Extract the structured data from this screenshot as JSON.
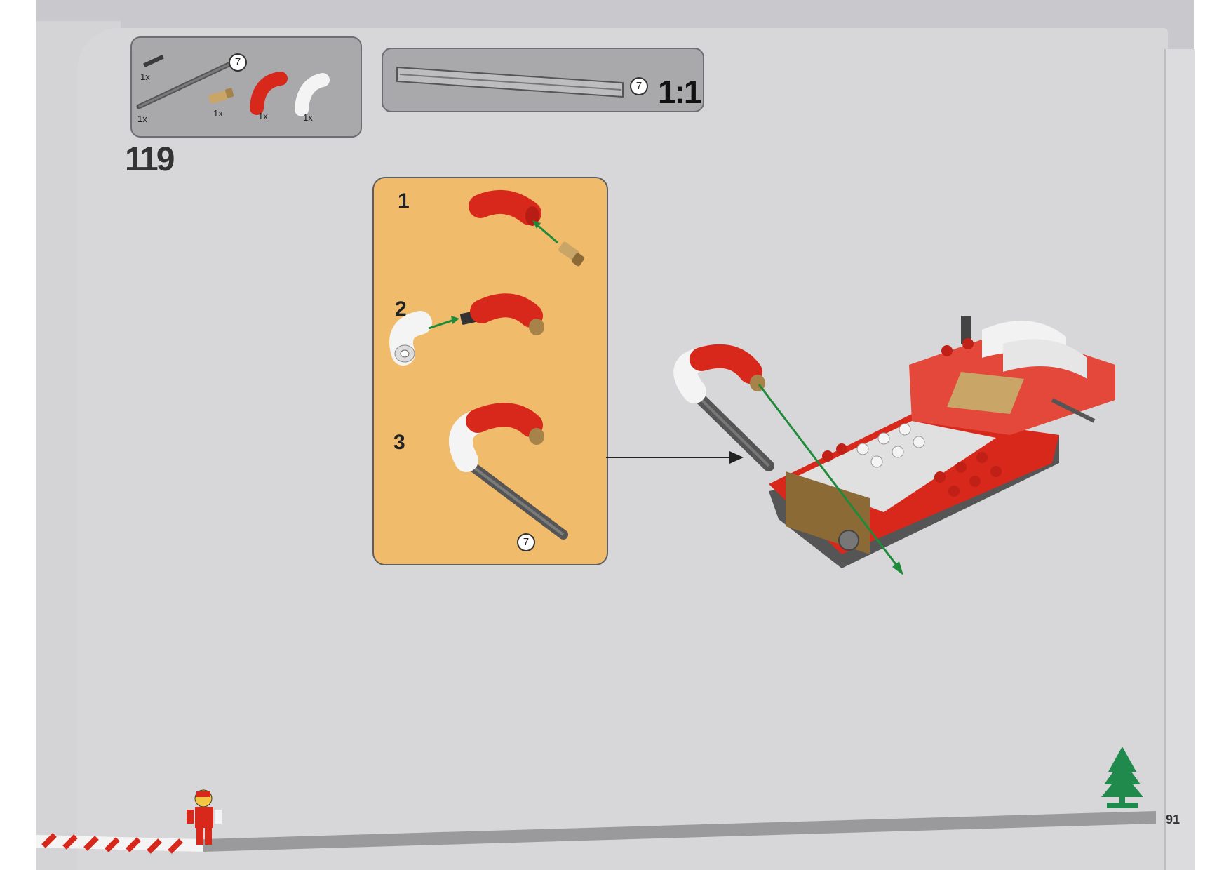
{
  "page": {
    "step_number": "119",
    "page_number": "91",
    "scale_label": "1:1"
  },
  "parts_list": {
    "items": [
      {
        "part": "short-axle-icon",
        "qty": "1x"
      },
      {
        "part": "long-axle-icon",
        "qty": "1x"
      },
      {
        "part": "axle-pin-icon",
        "qty": "1x"
      },
      {
        "part": "red-curved-tube-icon",
        "qty": "1x"
      },
      {
        "part": "white-curved-tube-icon",
        "qty": "1x"
      }
    ],
    "axle_length": "7"
  },
  "scale_box": {
    "axle_length": "7"
  },
  "subassembly": {
    "steps": [
      "1",
      "2",
      "3"
    ],
    "axle_length": "7"
  },
  "colors": {
    "page": "#d7d7d9",
    "callout_background": "#f1bb6c",
    "parts_box": "#a9a9ac",
    "brick_red": "#d8281c",
    "guide_arrow": "#1f8a3a",
    "tree_green": "#1f8a4c"
  }
}
